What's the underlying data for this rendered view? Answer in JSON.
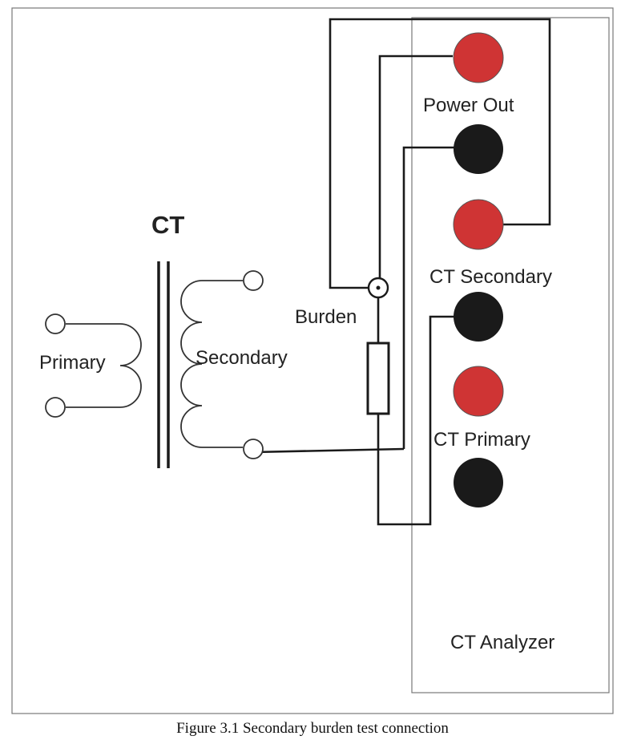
{
  "diagram": {
    "ct_label": "CT",
    "primary_label": "Primary",
    "secondary_label": "Secondary",
    "burden_label": "Burden",
    "analyzer": {
      "power_out_label": "Power Out",
      "ct_secondary_label": "CT Secondary",
      "ct_primary_label": "CT Primary",
      "name_label": "CT Analyzer"
    }
  },
  "colors": {
    "terminal_red": "#cf3434",
    "terminal_black": "#1a1a1a",
    "wire": "#1a1a1a",
    "frame": "#777777"
  },
  "caption": "Figure 3.1 Secondary burden test connection"
}
